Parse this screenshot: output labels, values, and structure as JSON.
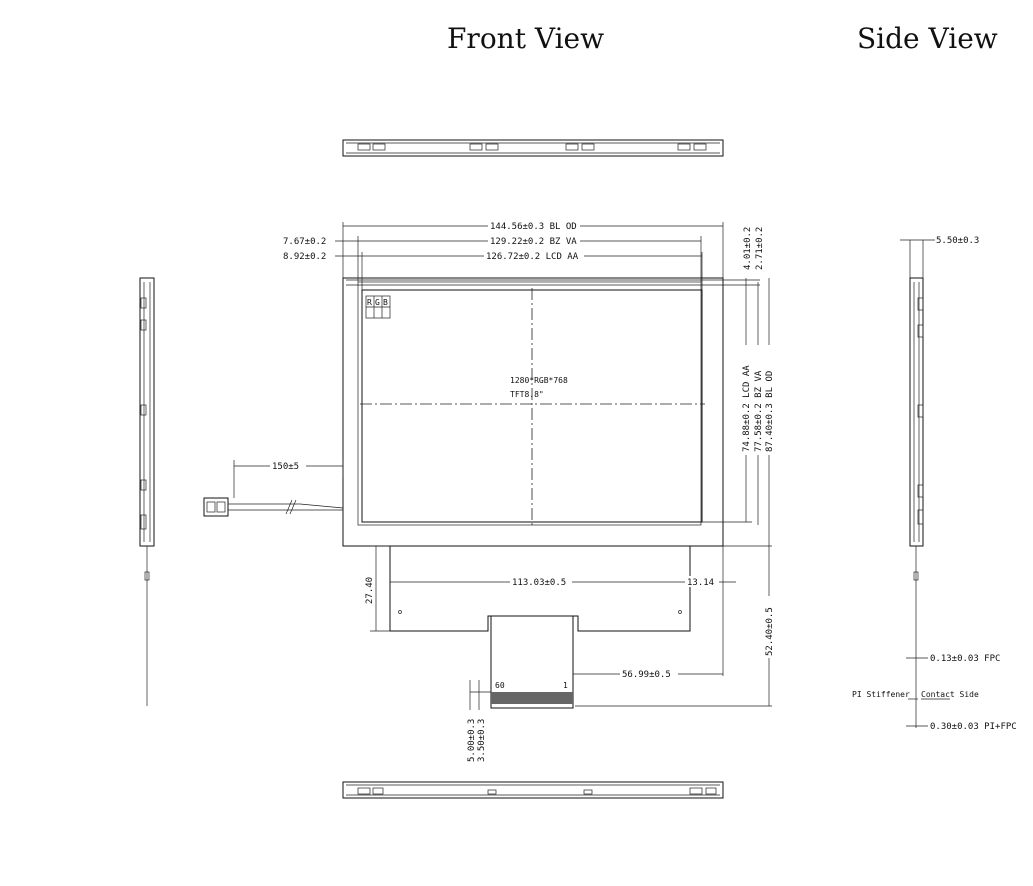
{
  "titles": {
    "front": "Front View",
    "side": "Side View"
  },
  "dimensions": {
    "bl_od_w": "144.56±0.3 BL OD",
    "bz_va_w": "129.22±0.2 BZ VA",
    "lcd_aa_w": "126.72±0.2 LCD AA",
    "left_767": "7.67±0.2",
    "left_892": "8.92±0.2",
    "top_401": "4.01±0.2",
    "top_271": "2.71±0.2",
    "lcd_aa_h": "74.88±0.2 LCD AA",
    "bz_va_h": "77.58±0.2 BZ VA",
    "bl_od_h": "87.40±0.3 BL OD",
    "cable": "150±5",
    "fpc_h": "27.40",
    "fpc_w": "113.03±0.5",
    "fpc_off": "13.14",
    "fpc_pos": "56.99±0.5",
    "total_h": "52.40±0.5",
    "pin_500": "5.00±0.3",
    "pin_350": "3.50±0.3",
    "pin_60": "60",
    "pin_1": "1"
  },
  "panel_text": {
    "r": "R",
    "g": "G",
    "b": "B",
    "resolution": "1280*RGB*768",
    "size": "TFT8.8\""
  },
  "side": {
    "thickness": "5.50±0.3",
    "fpc": "0.13±0.03 FPC",
    "stiffener": "PI Stiffener",
    "contact": "Contact Side",
    "pi_fpc": "0.30±0.03 PI+FPC"
  }
}
